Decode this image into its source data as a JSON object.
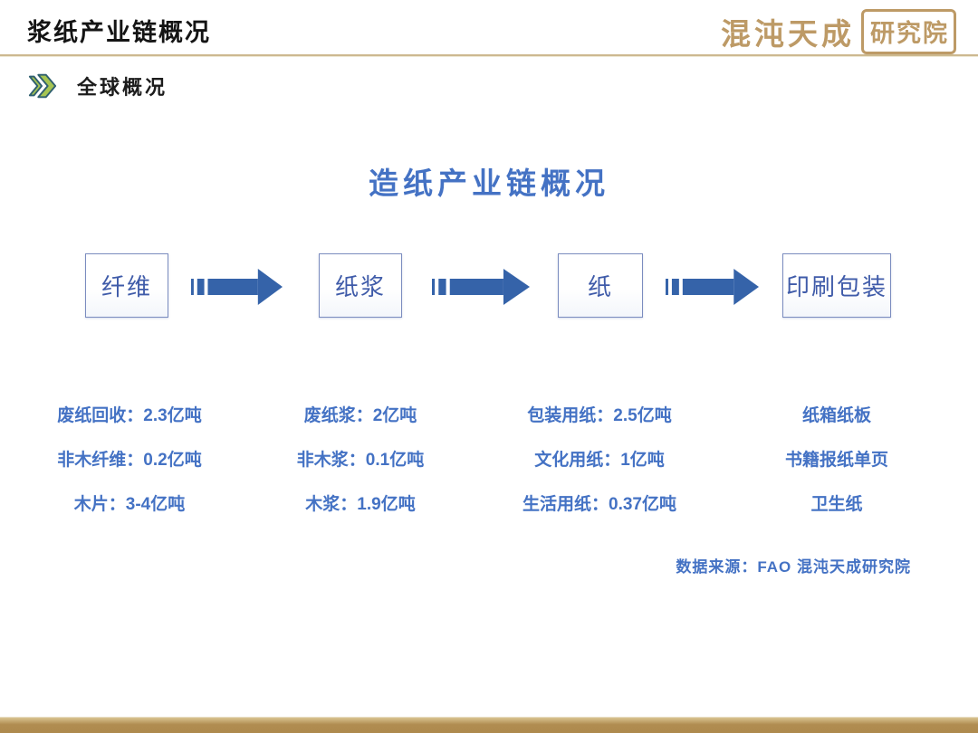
{
  "header": {
    "title": "浆纸产业链概况",
    "section": "全球概况"
  },
  "logo": {
    "brand": "混沌天成",
    "suffix": "研究院"
  },
  "diagram": {
    "title": "造纸产业链概况",
    "stages": [
      {
        "label": "纤维",
        "items": [
          "废纸回收：2.3亿吨",
          "非木纤维：0.2亿吨",
          "木片：3-4亿吨"
        ]
      },
      {
        "label": "纸浆",
        "items": [
          "废纸浆：2亿吨",
          "非木浆：0.1亿吨",
          "木浆：1.9亿吨"
        ]
      },
      {
        "label": "纸",
        "items": [
          "包装用纸：2.5亿吨",
          "文化用纸：1亿吨",
          "生活用纸：0.37亿吨"
        ]
      },
      {
        "label": "印刷包装",
        "items": [
          "纸箱纸板",
          "书籍报纸单页",
          "卫生纸"
        ]
      }
    ],
    "source": "数据来源：FAO 混沌天成研究院"
  },
  "colors": {
    "accent_blue": "#4472C4",
    "box_label_blue": "#3F5BA9",
    "arrow_blue": "#3563A9",
    "box_border": "#7B8CBF",
    "gold_bar": "#B08C50",
    "divider_tan": "#CDB990",
    "logo_gold": "#BD9A66",
    "chevron_green": "#A6C553",
    "chevron_outline": "#2F5F6F"
  }
}
